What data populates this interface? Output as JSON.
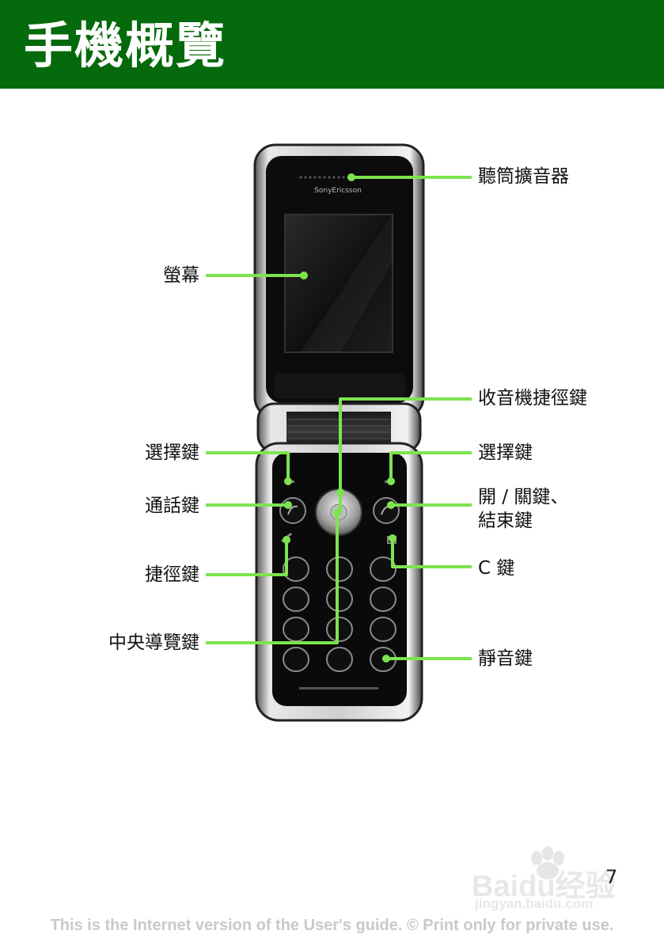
{
  "header": {
    "title": "手機概覽"
  },
  "labels": {
    "earpiece": "聽筒擴音器",
    "screen": "螢幕",
    "radio_key": "收音機捷徑鍵",
    "left_selection_key": "選擇鍵",
    "right_selection_key": "選擇鍵",
    "call_key": "通話鍵",
    "power_end_key_line1": "開 / 關鍵、",
    "power_end_key_line2": "結束鍵",
    "shortcut_key": "捷徑鍵",
    "c_key": "C 鍵",
    "navigation_key": "中央導覽鍵",
    "silent_key": "靜音鍵"
  },
  "phone": {
    "brand": "SonyEricsson"
  },
  "page": {
    "number": "7"
  },
  "footer": {
    "text": "This is the Internet version of the User's guide. © Print only for private use."
  },
  "watermark": {
    "brand": "Bai",
    "suffix": "du",
    "cn": "经验",
    "url": "jingyan.baidu.com"
  },
  "colors": {
    "header_bg": "#046a0b",
    "callout_line": "#7de34f",
    "footer_text": "#c9c9c9"
  }
}
